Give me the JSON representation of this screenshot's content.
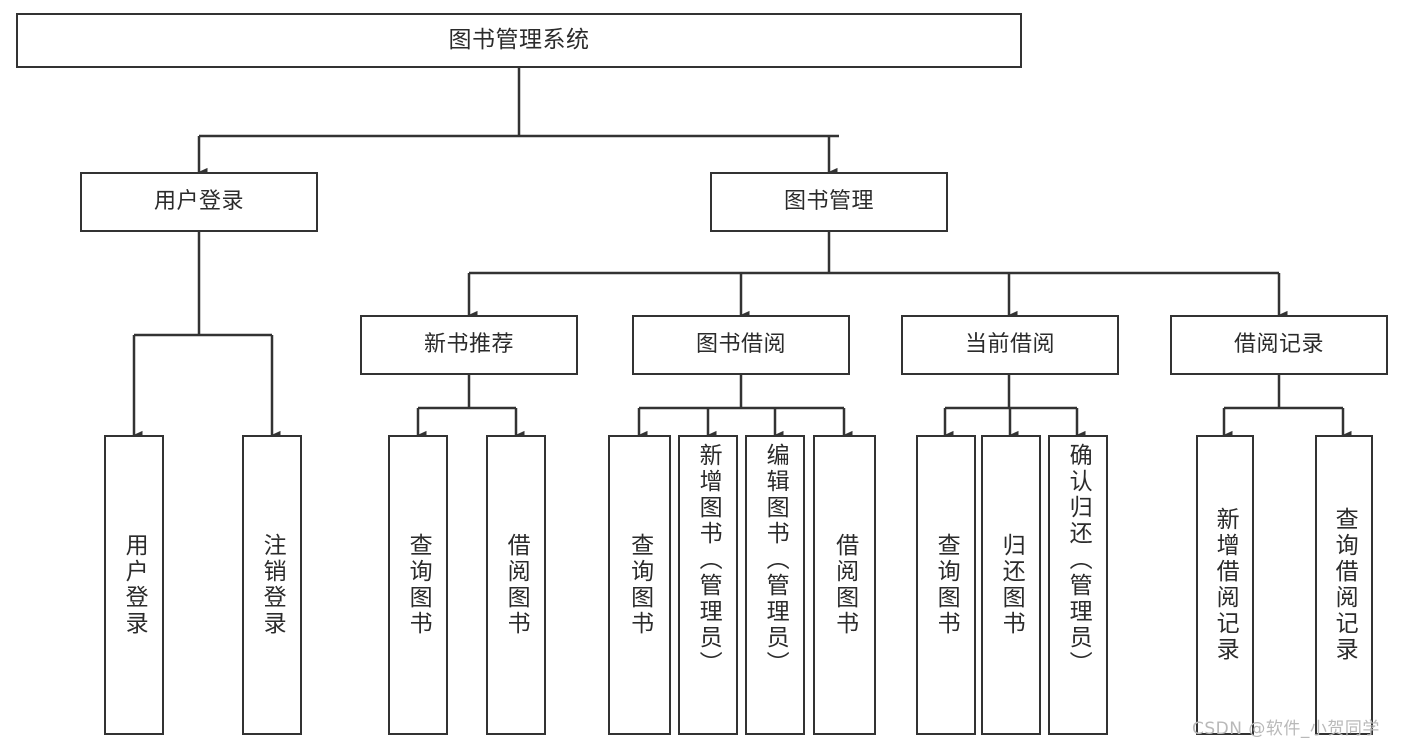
{
  "diagram": {
    "title": "图书管理系统",
    "watermark": "CSDN @软件_小贺同学",
    "stroke_color": "#333333",
    "fill_color": "#ffffff",
    "text_color": "#2b2b2b",
    "nodes": {
      "root": {
        "label": "图书管理系统"
      },
      "level2": [
        {
          "id": "user-login",
          "label": "用户登录"
        },
        {
          "id": "book-manage",
          "label": "图书管理"
        }
      ],
      "level3": [
        {
          "id": "new-book-rec",
          "label": "新书推荐"
        },
        {
          "id": "book-borrow",
          "label": "图书借阅"
        },
        {
          "id": "current-borrow",
          "label": "当前借阅"
        },
        {
          "id": "borrow-record",
          "label": "借阅记录"
        }
      ],
      "leaves": {
        "user_login": [
          {
            "id": "leaf-user-login",
            "label": "用户登录"
          },
          {
            "id": "leaf-logout",
            "label": "注销登录"
          }
        ],
        "new_book_rec": [
          {
            "id": "leaf-query-book-1",
            "label": "查询图书"
          },
          {
            "id": "leaf-borrow-book-1",
            "label": "借阅图书"
          }
        ],
        "book_borrow": [
          {
            "id": "leaf-query-book-2",
            "label": "查询图书"
          },
          {
            "id": "leaf-add-book",
            "label": "新增图书（管理员）"
          },
          {
            "id": "leaf-edit-book",
            "label": "编辑图书（管理员）"
          },
          {
            "id": "leaf-borrow-book-2",
            "label": "借阅图书"
          }
        ],
        "current_borrow": [
          {
            "id": "leaf-query-book-3",
            "label": "查询图书"
          },
          {
            "id": "leaf-return-book",
            "label": "归还图书"
          },
          {
            "id": "leaf-confirm-return",
            "label": "确认归还（管理员）"
          }
        ],
        "borrow_record": [
          {
            "id": "leaf-add-record",
            "label": "新增借阅记录"
          },
          {
            "id": "leaf-query-record",
            "label": "查询借阅记录"
          }
        ]
      }
    }
  }
}
